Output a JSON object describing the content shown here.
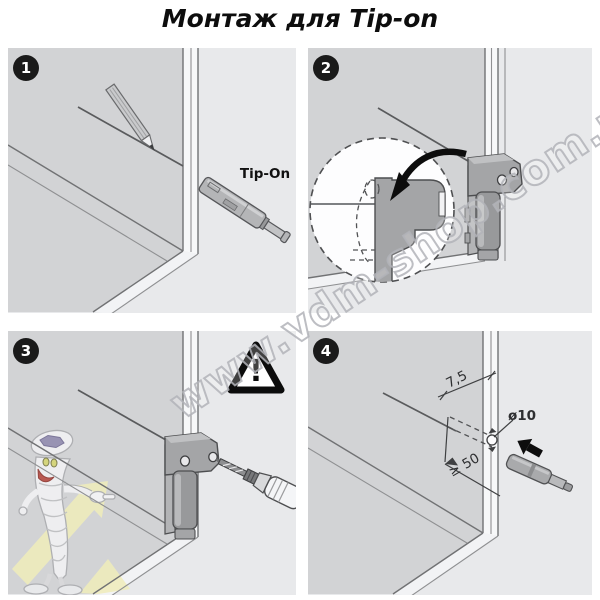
{
  "title": "Монтаж для Tip-on",
  "watermark": {
    "text": "www.vdm-shop.com.ua"
  },
  "panels": [
    {
      "number": "1",
      "name": "mark-position-with-pencil"
    },
    {
      "number": "2",
      "name": "clip-tip-on-to-adapter"
    },
    {
      "number": "3",
      "name": "drill-through-adapter-warning"
    },
    {
      "number": "4",
      "name": "drilling-dimensions"
    }
  ],
  "labels": {
    "tip_on": "Tip-On",
    "warning_mark": "!",
    "dim_edge_distance": "7,5",
    "dim_hole_diameter": "ø10",
    "dim_min_depth": "≥ 50"
  },
  "icons": {
    "step_badge": "numbered-black-circle",
    "warning": "exclamation-triangle",
    "direction_arrow": "curved-black-arrow",
    "insert_arrow": "solid-black-arrow",
    "mascot": "screw-cartoon-character"
  },
  "colors": {
    "badge": "#1a1a1a",
    "badge_text": "#ffffff",
    "cabinet": "#d2d3d5",
    "background": "#e8e9eb",
    "edge_light": "#f7f8f9",
    "corner_light": "#f2f3f5",
    "hardware": "#a4a5a7",
    "hardware_dark": "#98999b",
    "hardware_light": "#c2c3c5",
    "device_body": "#b4b5b7",
    "black": "#0d0d0d",
    "white": "#ffffff",
    "mascot_yellow": "#f0edbb",
    "mascot_body": "#f3f3f5"
  }
}
